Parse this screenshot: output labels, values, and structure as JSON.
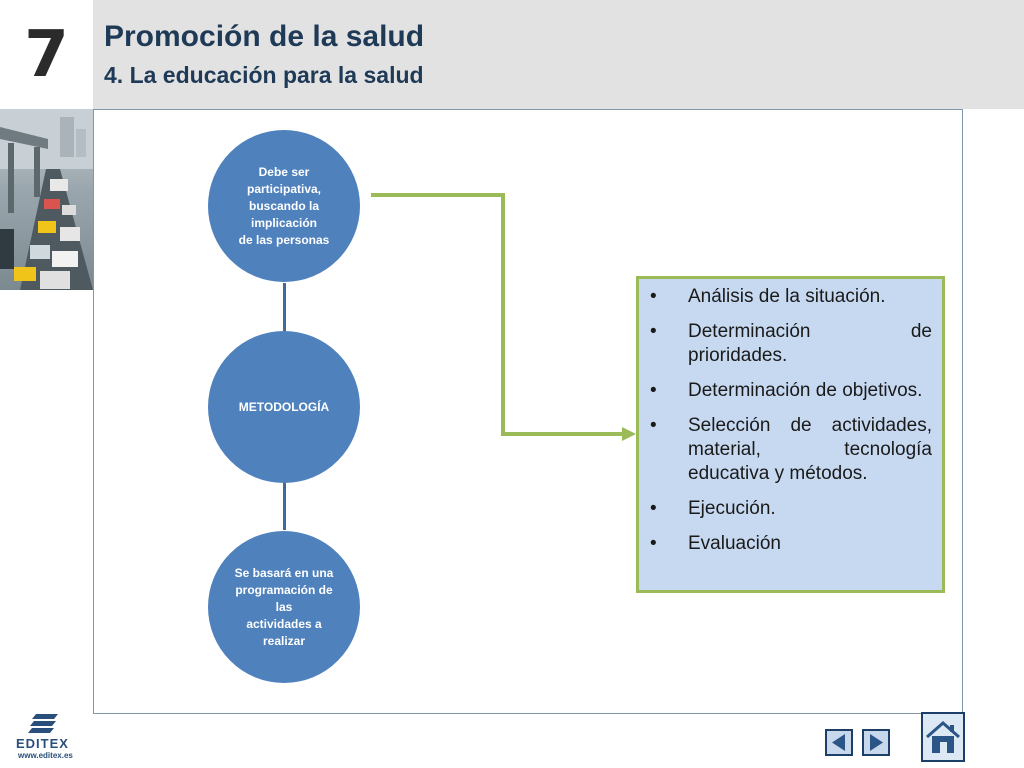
{
  "header": {
    "chapter_number": "7",
    "title": "Promoción de la salud",
    "subtitle": "4. La educación para la salud"
  },
  "diagram": {
    "top_circle": "Debe ser\nparticipativa,\nbuscando la\nimplicación\nde las personas",
    "center_circle": "METODOLOGÍA",
    "bottom_circle": "Se basará en una\nprogramación de\nlas\nactividades a\nrealizar",
    "list_bullet": "•",
    "list_items": [
      "Análisis de la situación.",
      "Determinación de prioridades.",
      "Determinación de objetivos.",
      "Selección de actividades, material, tecnología educativa y métodos.",
      "Ejecución.",
      "Evaluación"
    ]
  },
  "footer": {
    "logo_text": "EDITEX",
    "logo_url": "www.editex.es"
  },
  "colors": {
    "circle_fill": "#4f81bd",
    "arrow_green": "#9bbb59",
    "box_fill": "#c6d9f1",
    "title_color": "#1e3a56"
  },
  "icons": {
    "prev": "prev-arrow-icon",
    "next": "next-arrow-icon",
    "home": "home-icon"
  }
}
